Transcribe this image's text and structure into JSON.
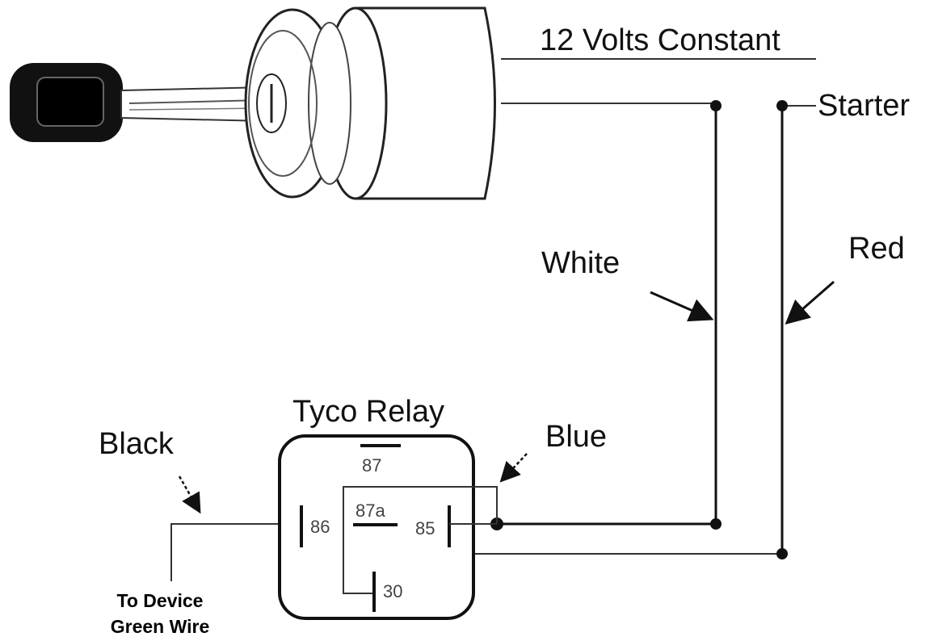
{
  "labels": {
    "constant": "12 Volts Constant",
    "starter": "Starter",
    "white": "White",
    "red": "Red",
    "relay_title": "Tyco Relay",
    "black": "Black",
    "blue": "Blue",
    "device_line1": "To Device",
    "device_line2": "Green Wire"
  },
  "relay_pins": {
    "p87": "87",
    "p87a": "87a",
    "p86": "86",
    "p85": "85",
    "p30": "30"
  }
}
